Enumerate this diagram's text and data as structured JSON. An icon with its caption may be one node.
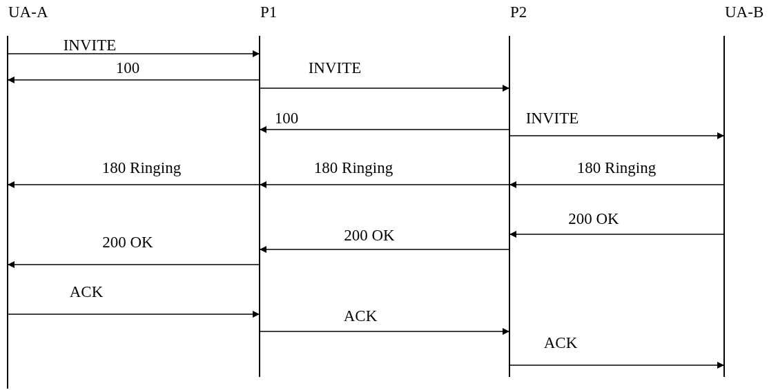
{
  "diagram": {
    "nodes": [
      {
        "text": [
          "UA-A"
        ]
      },
      {
        "text": [
          "P1"
        ]
      },
      {
        "text": [
          "P2"
        ]
      },
      {
        "text": [
          "UA-B"
        ]
      }
    ],
    "edges": [
      {
        "from": 0,
        "to": 1,
        "arrow": "to",
        "label": "INVITE"
      },
      {
        "from": 1,
        "to": 0,
        "arrow": "to",
        "label": "100"
      },
      {
        "from": 1,
        "to": 2,
        "arrow": "to",
        "label": "INVITE"
      },
      {
        "from": 2,
        "to": 1,
        "arrow": "to",
        "label": "100"
      },
      {
        "from": 2,
        "to": 3,
        "arrow": "to",
        "label": "INVITE"
      },
      {
        "from": 3,
        "to": 2,
        "arrow": "to",
        "label": "180 Ringing"
      },
      {
        "from": 2,
        "to": 1,
        "arrow": "to",
        "label": "180 Ringing"
      },
      {
        "from": 1,
        "to": 0,
        "arrow": "to",
        "label": "180 Ringing"
      },
      {
        "from": 3,
        "to": 2,
        "arrow": "to",
        "label": "200 OK"
      },
      {
        "from": 2,
        "to": 1,
        "arrow": "to",
        "label": "200 OK"
      },
      {
        "from": 1,
        "to": 0,
        "arrow": "to",
        "label": "200 OK"
      },
      {
        "from": 0,
        "to": 1,
        "arrow": "to",
        "label": "ACK"
      },
      {
        "from": 1,
        "to": 2,
        "arrow": "to",
        "label": "ACK"
      },
      {
        "from": 2,
        "to": 3,
        "arrow": "to",
        "label": "ACK"
      }
    ]
  }
}
